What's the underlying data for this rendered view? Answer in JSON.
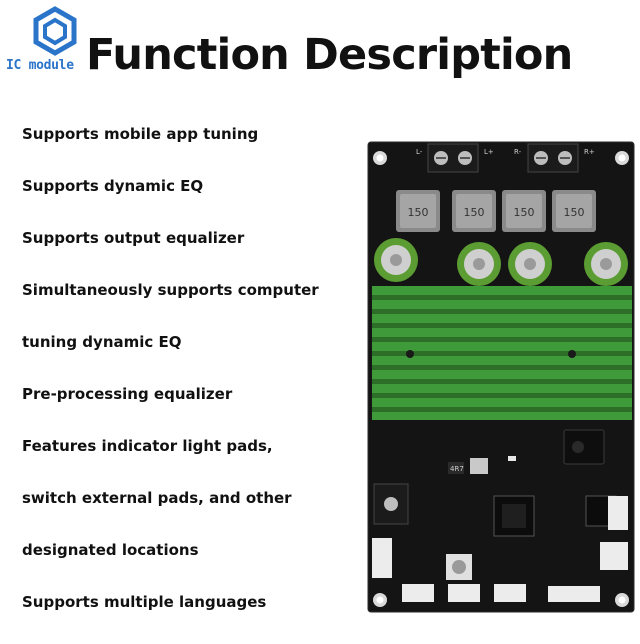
{
  "brand": {
    "logo_text": "IC module",
    "logo_color": "#2a74c9"
  },
  "title": "Function Description",
  "features": [
    "Supports mobile app tuning",
    "Supports dynamic EQ",
    "Supports output equalizer",
    "Simultaneously supports computer",
    "tuning dynamic EQ",
    "Pre-processing equalizer",
    "Features indicator light pads,",
    "switch external pads, and other",
    "designated locations",
    "Supports multiple languages"
  ],
  "board": {
    "inductor_labels": [
      "150",
      "150",
      "150",
      "150"
    ],
    "silkscreen": {
      "left_minus": "L-",
      "left_plus": "L+",
      "right_minus": "R-",
      "right_plus": "R+",
      "resistor": "4R7"
    },
    "colors": {
      "pcb": "#141414",
      "heatsink": "#3f9b3a",
      "capacitor": "#5b9d33"
    }
  }
}
